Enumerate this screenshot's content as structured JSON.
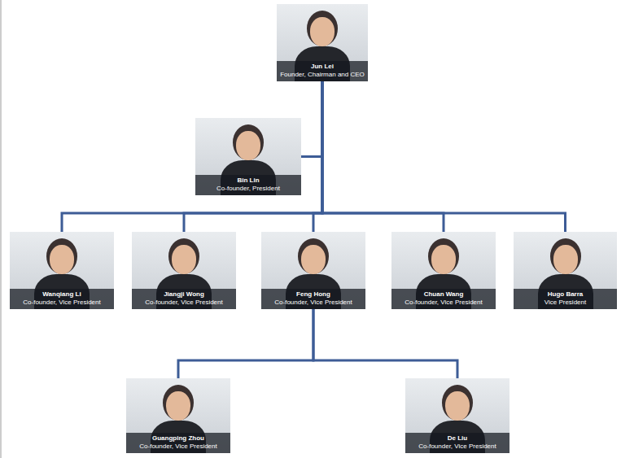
{
  "diagram": {
    "nodes": [
      {
        "text": [
          "Jun Lei",
          "Founder, Chairman and CEO"
        ]
      },
      {
        "text": [
          "Bin Lin",
          "Co-founder, President"
        ]
      },
      {
        "text": [
          "Wanqiang Li",
          "Co-founder, Vice President"
        ]
      },
      {
        "text": [
          "Jiangji Wong",
          "Co-founder, Vice President"
        ]
      },
      {
        "text": [
          "Feng Hong",
          "Co-founder, Vice President"
        ]
      },
      {
        "text": [
          "Chuan Wang",
          "Co-founder, Vice President"
        ]
      },
      {
        "text": [
          "Hugo Barra",
          "Vice President"
        ]
      },
      {
        "text": [
          "Guangping Zhou",
          "Co-founder, Vice President"
        ]
      },
      {
        "text": [
          "De Liu",
          "Co-founder, Vice President"
        ]
      }
    ],
    "edges": [
      {
        "from": 0,
        "to": 1,
        "arrow": "none"
      },
      {
        "from": 0,
        "to": 2,
        "arrow": "none"
      },
      {
        "from": 0,
        "to": 3,
        "arrow": "none"
      },
      {
        "from": 0,
        "to": 4,
        "arrow": "none"
      },
      {
        "from": 0,
        "to": 5,
        "arrow": "none"
      },
      {
        "from": 0,
        "to": 6,
        "arrow": "none"
      },
      {
        "from": 4,
        "to": 7,
        "arrow": "none"
      },
      {
        "from": 4,
        "to": 8,
        "arrow": "none"
      }
    ]
  }
}
